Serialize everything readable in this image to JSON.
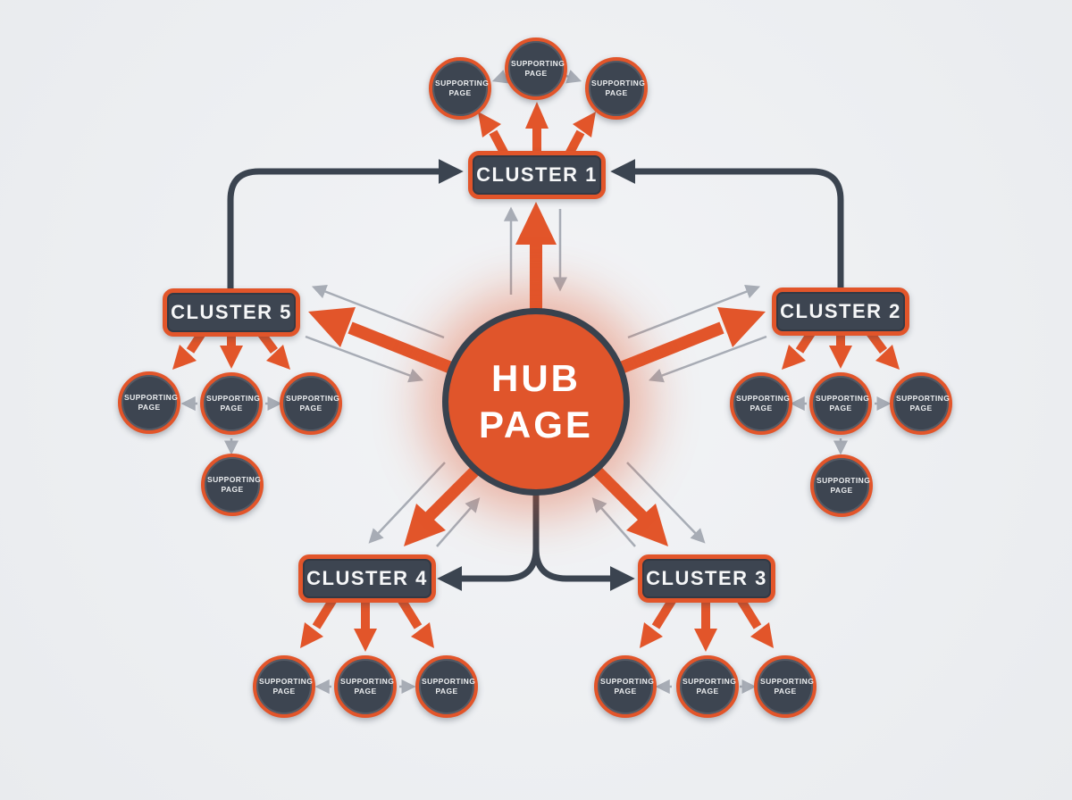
{
  "diagram": {
    "hub": {
      "label": "HUB PAGE"
    },
    "clusters": [
      {
        "id": "cluster-1",
        "label": "CLUSTER 1",
        "position": "top",
        "supporting_pages": [
          "SUPPORTING PAGE",
          "SUPPORTING PAGE",
          "SUPPORTING PAGE"
        ]
      },
      {
        "id": "cluster-2",
        "label": "CLUSTER 2",
        "position": "right",
        "supporting_pages": [
          "SUPPORTING PAGE",
          "SUPPORTING PAGE",
          "SUPPORTING PAGE",
          "SUPPORTING PAGE"
        ]
      },
      {
        "id": "cluster-3",
        "label": "CLUSTER 3",
        "position": "bottom-right",
        "supporting_pages": [
          "SUPPORTING PAGE",
          "SUPPORTING PAGE",
          "SUPPORTING PAGE"
        ]
      },
      {
        "id": "cluster-4",
        "label": "CLUSTER 4",
        "position": "bottom-left",
        "supporting_pages": [
          "SUPPORTING PAGE",
          "SUPPORTING PAGE",
          "SUPPORTING PAGE"
        ]
      },
      {
        "id": "cluster-5",
        "label": "CLUSTER 5",
        "position": "left",
        "supporting_pages": [
          "SUPPORTING PAGE",
          "SUPPORTING PAGE",
          "SUPPORTING PAGE",
          "SUPPORTING PAGE"
        ]
      }
    ],
    "colors": {
      "background": "#edeff2",
      "node_fill_dark": "#3d4551",
      "accent_orange": "#e2552a",
      "hub_fill": "#e0552b",
      "connector_dark": "#3b4450",
      "arrow_gray": "#a7acb5",
      "text_light": "#ffffff"
    }
  }
}
